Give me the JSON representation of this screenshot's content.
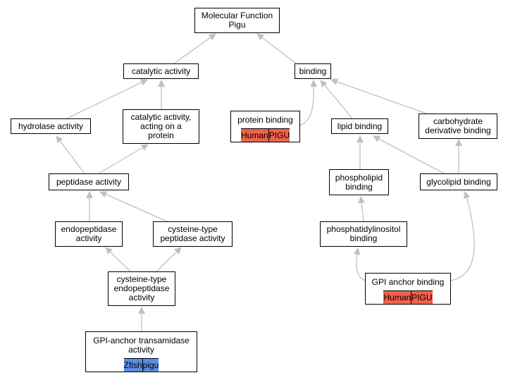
{
  "nodes": {
    "root": "Molecular Function\nPigu",
    "catalytic": "catalytic activity",
    "binding": "binding",
    "hydrolase": "hydrolase activity",
    "catalytic_protein": "catalytic activity,\nacting on a\nprotein",
    "protein_binding": "protein binding",
    "lipid_binding": "lipid binding",
    "carbohydrate": "carbohydrate\nderivative binding",
    "peptidase": "peptidase activity",
    "phospholipid": "phospholipid\nbinding",
    "glycolipid": "glycolipid binding",
    "endopeptidase": "endopeptidase\nactivity",
    "cysteine_peptidase": "cysteine-type\npeptidase activity",
    "phosphatidylinositol": "phosphatidylinositol\nbinding",
    "cysteine_endo": "cysteine-type\nendopeptidase\nactivity",
    "gpi_anchor_binding": "GPI anchor binding",
    "gpi_transamidase": "GPI-anchor transamidase\nactivity"
  },
  "annotations": {
    "protein_binding": {
      "species": "Human",
      "gene": "PIGU",
      "color": "#f4604a"
    },
    "gpi_anchor_binding": {
      "species": "Human",
      "gene": "PIGU",
      "color": "#f4604a"
    },
    "gpi_transamidase": {
      "species": "Zfish",
      "gene": "pigu",
      "color": "#5b8de8"
    }
  },
  "edge_color": "#c0c0c0"
}
